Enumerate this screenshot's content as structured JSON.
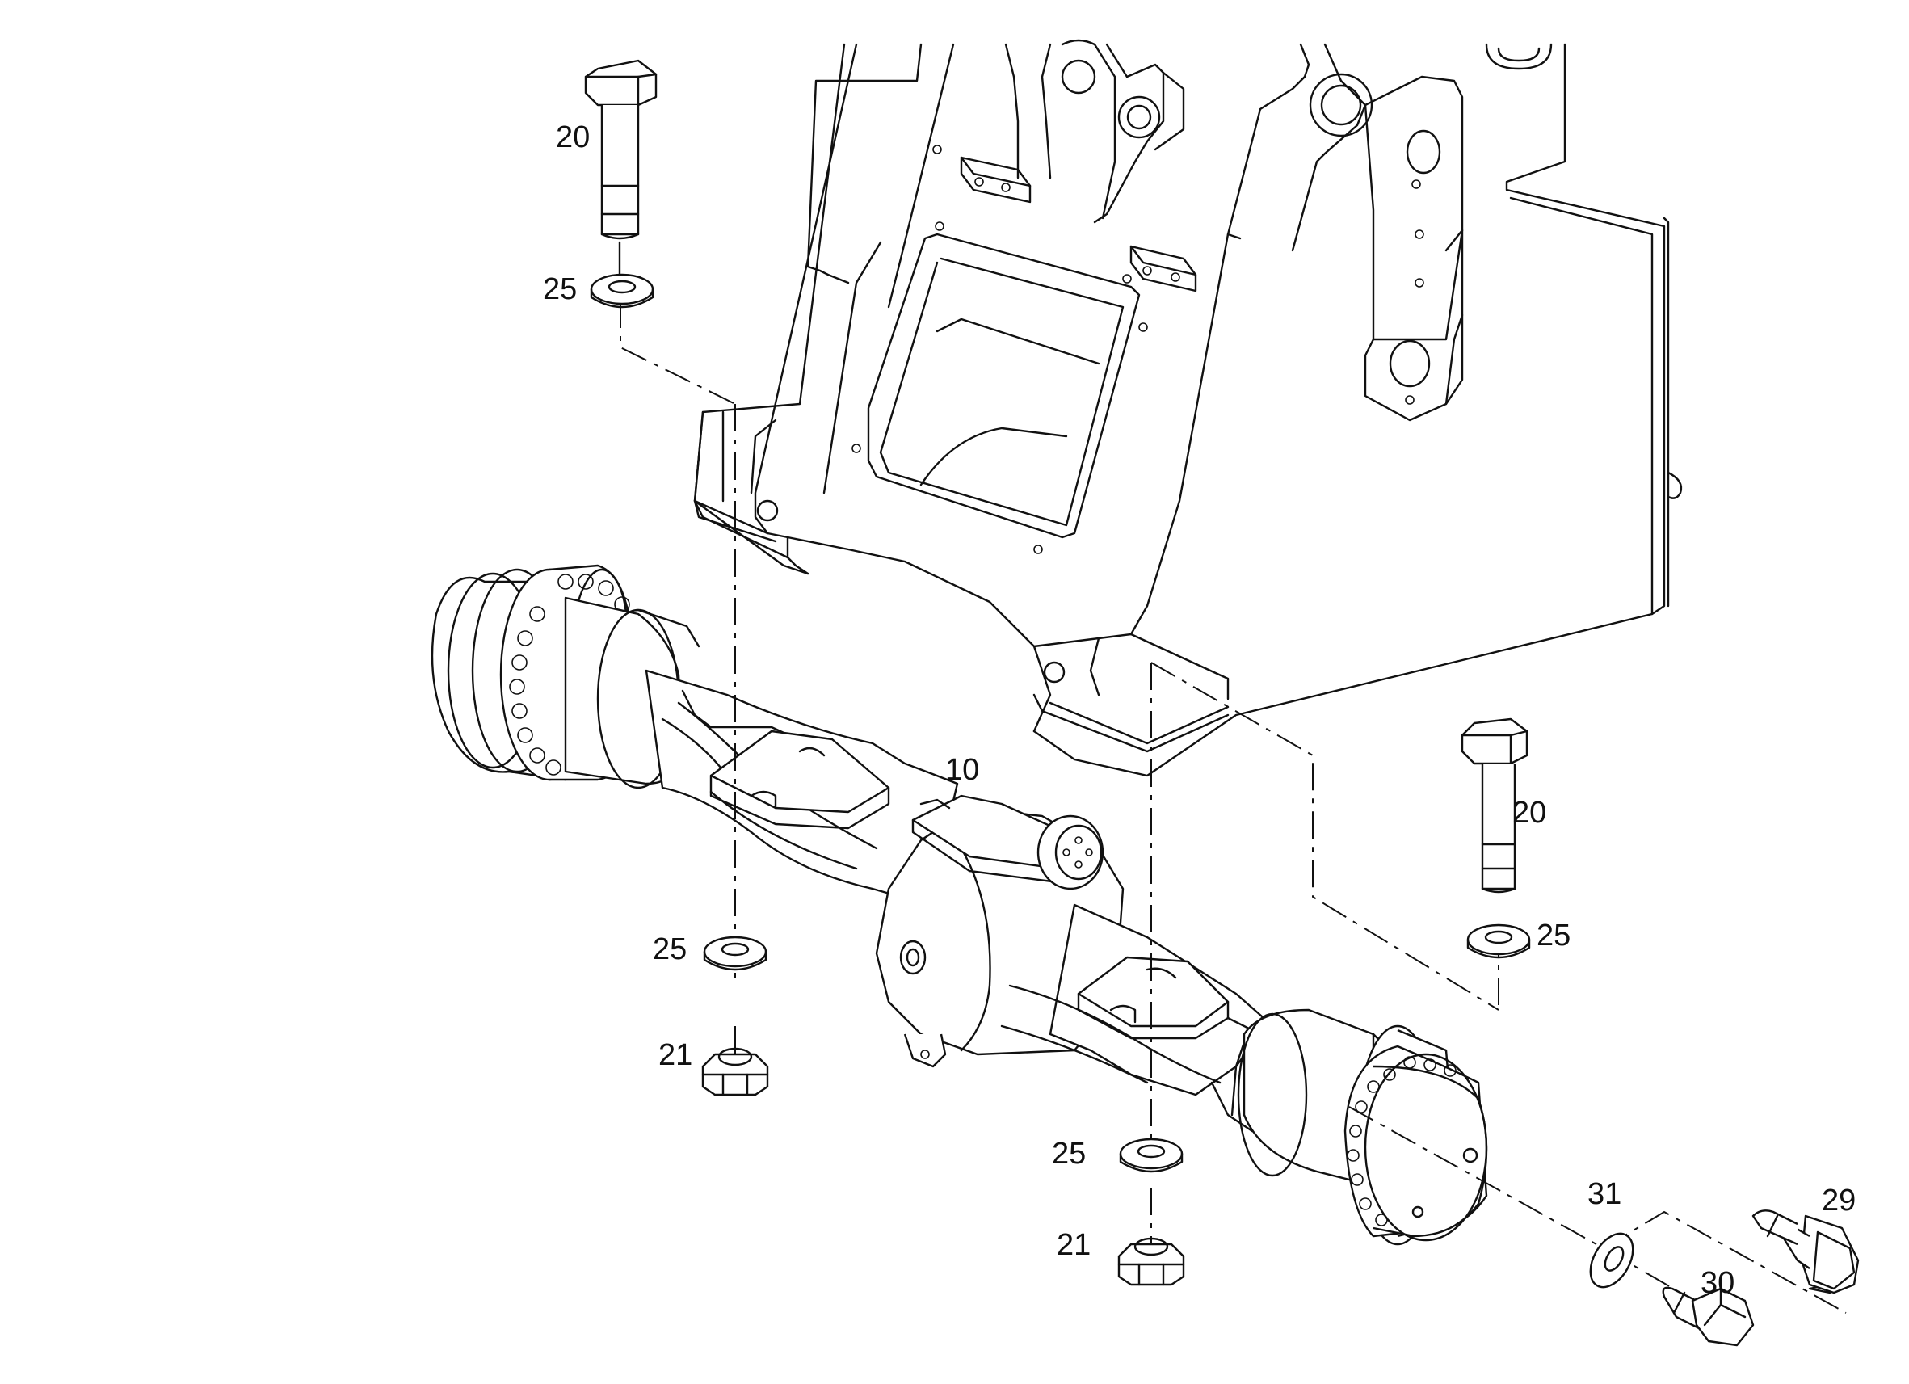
{
  "diagram": {
    "callouts": [
      {
        "id": "c20a",
        "text": "20"
      },
      {
        "id": "c25a",
        "text": "25"
      },
      {
        "id": "c10",
        "text": "10"
      },
      {
        "id": "c25b",
        "text": "25"
      },
      {
        "id": "c21a",
        "text": "21"
      },
      {
        "id": "c20b",
        "text": "20"
      },
      {
        "id": "c25c",
        "text": "25"
      },
      {
        "id": "c25d",
        "text": "25"
      },
      {
        "id": "c21b",
        "text": "21"
      },
      {
        "id": "c31",
        "text": "31"
      },
      {
        "id": "c29",
        "text": "29"
      },
      {
        "id": "c30",
        "text": "30"
      }
    ]
  }
}
